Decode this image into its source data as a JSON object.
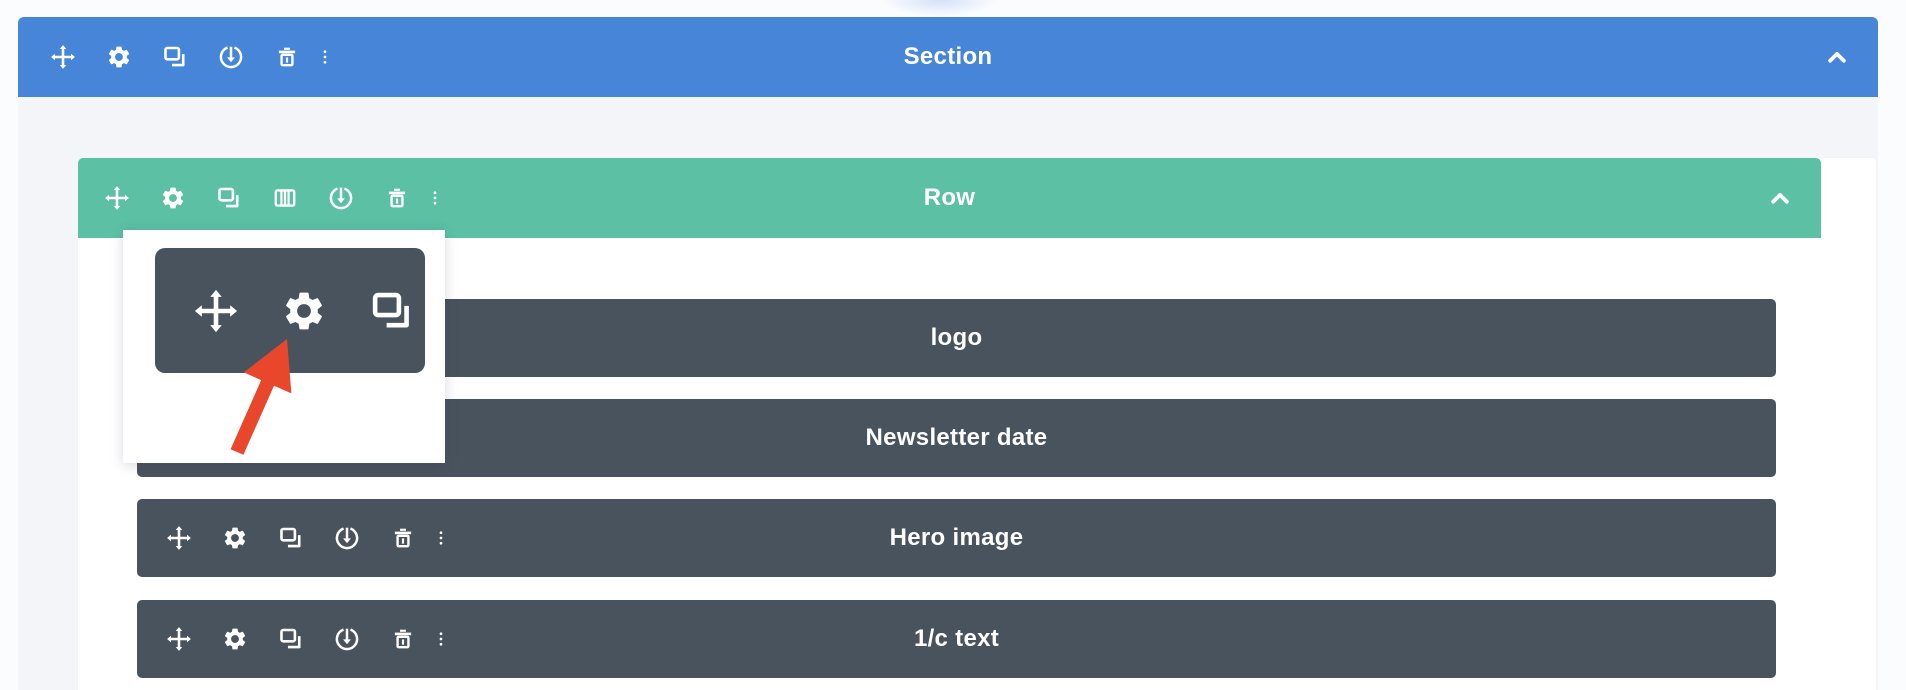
{
  "canvas": {
    "background": "#fbfcfe"
  },
  "colors": {
    "section_blue": "#4685d7",
    "row_green": "#5cc0a5",
    "module_slate": "#49535e",
    "panel_gray": "#f4f5f8",
    "card_white": "#ffffff",
    "icon_white": "#ffffff",
    "arrow_red": "#e8472c"
  },
  "section": {
    "label": "Section",
    "toolbar_icons": [
      "move",
      "settings",
      "duplicate",
      "save",
      "delete",
      "menu"
    ],
    "collapse_icon": "chevron-up"
  },
  "row": {
    "label": "Row",
    "toolbar_icons": [
      "move",
      "settings",
      "duplicate",
      "columns",
      "save",
      "delete",
      "menu"
    ],
    "collapse_icon": "chevron-up"
  },
  "module_toolbar_icons": [
    "move",
    "settings",
    "duplicate",
    "save",
    "delete",
    "menu"
  ],
  "modules": [
    {
      "label": "logo"
    },
    {
      "label": "Newsletter date"
    },
    {
      "label": "Hero image"
    },
    {
      "label": "1/c text"
    }
  ],
  "callout": {
    "toolbar_icons": [
      "move",
      "settings",
      "duplicate"
    ],
    "arrow_points_to": "settings",
    "arrow_color": "#e8472c"
  }
}
